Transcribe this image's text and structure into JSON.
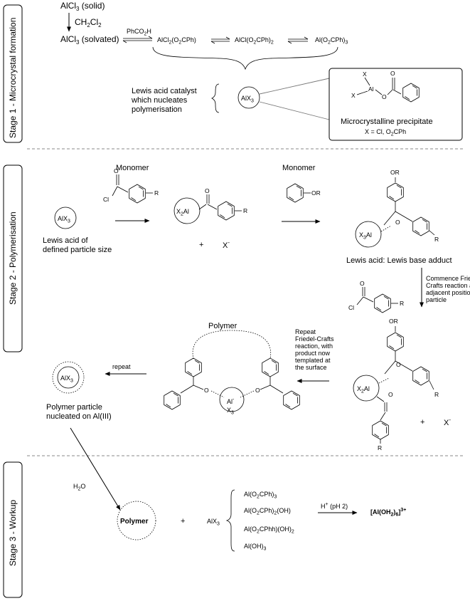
{
  "stages": {
    "stage1": "Stage 1 - Microcrystal formation",
    "stage2": "Stage 2 - Polymerisation",
    "stage3": "Stage 3 - Workup"
  },
  "stage1": {
    "alcl3_solid": "AlCl",
    "alcl3_solid_sub": "3",
    "alcl3_solid_tail": " (solid)",
    "ch2cl2": "CH",
    "alcl3_solvated": "AlCl",
    "alcl3_solvated_tail": " (solvated)",
    "phco2h": "PhCO",
    "phco2h_tail": "H",
    "species1": "AlCl",
    "species1_a": "2",
    "species1_b": "(O",
    "species1_c": "2",
    "species1_d": "CPh)",
    "species2": "AlCl(O",
    "species2_a": "2",
    "species2_b": "CPh)",
    "species2_c": "2",
    "species3": "Al(O",
    "species3_a": "2",
    "species3_b": "CPh)",
    "species3_c": "3",
    "lewis_line1": "Lewis acid catalyst",
    "lewis_line2": "which nucleates",
    "lewis_line3": "polymerisation",
    "alx3": "AlX",
    "alx3_sub": "3",
    "precip_title": "Microcrystalline precipitate",
    "precip_x": "X = Cl, O",
    "precip_x_sub": "2",
    "precip_x_tail": "CPh",
    "struct_x1": "X",
    "struct_x2": "X",
    "struct_al": "Al",
    "struct_o1": "O",
    "struct_o2": "O"
  },
  "stage2": {
    "monomer1": "Monomer",
    "monomer2": "Monomer",
    "lewis_size_1": "Lewis acid of",
    "lewis_size_2": "defined particle size",
    "alx3": "AlX",
    "x2al": "X",
    "x2al_tail": "Al",
    "plus": "+",
    "xminus": "X",
    "minus": "-",
    "cl": "Cl",
    "o": "O",
    "r": "R",
    "or": "OR",
    "x3al": "X",
    "x3al_tail": "Al",
    "adduct": "Lewis acid: Lewis base adduct",
    "commence_1": "Commence Friedel-",
    "commence_2": "Crafts reaction at",
    "commence_3": "adjacent position on",
    "commence_4": "particle",
    "polymer": "Polymer",
    "repeat_fc_1": "Repeat",
    "repeat_fc_2": "Friedel-Crafts",
    "repeat_fc_3": "reaction, with",
    "repeat_fc_4": "product now",
    "repeat_fc_5": "templated at",
    "repeat_fc_6": "the surface",
    "repeat": "repeat",
    "particle_1": "Polymer particle",
    "particle_2": "nucleated on Al(III)",
    "al": "Al",
    "al_minus": "-",
    "x3": "X"
  },
  "stage3": {
    "h2o": "H",
    "h2o_tail": "O",
    "polymer": "Polymer",
    "plus": "+",
    "alx3": "AlX",
    "p1": "Al(O",
    "p1_b": "CPh)",
    "p1_c": "3",
    "p2": "Al(O",
    "p2_b": "CPh)",
    "p2_c": "(OH)",
    "p3": "Al(O",
    "p3_b": "CPhh)(OH)",
    "p3_c": "2",
    "p4": "Al(OH)",
    "p4_c": "3",
    "hplus": "H",
    "hplus_tail": " (pH 2)",
    "product": "[Al(OH",
    "product_b": ")",
    "product_c": "6",
    "product_d": "]",
    "product_e": "3+"
  }
}
